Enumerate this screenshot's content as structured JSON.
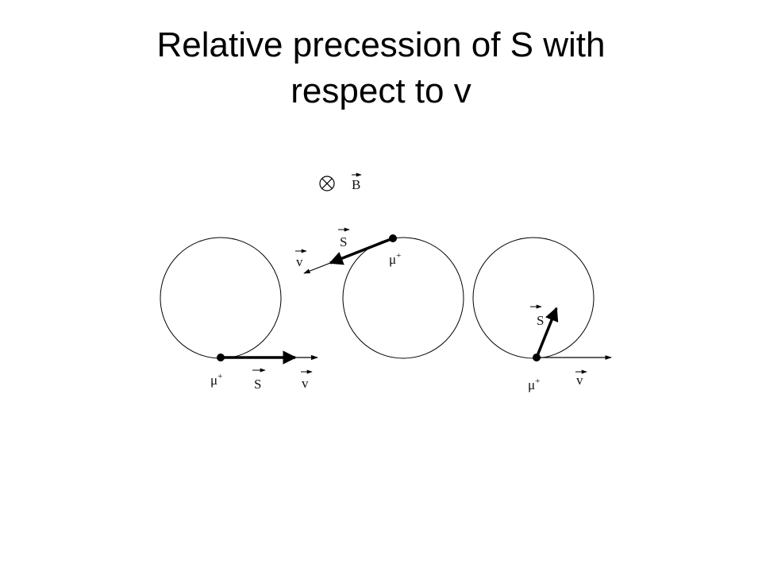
{
  "slide": {
    "title_line1": "Relative precession of S with",
    "title_line2": "respect to v"
  },
  "figure": {
    "field_label": "B",
    "spin_label": "S",
    "velocity_label": "v",
    "particle_label": "μ",
    "particle_charge": "+",
    "field_symbol": "⊗",
    "colors": {
      "ink": "#000000",
      "background": "#ffffff"
    }
  }
}
